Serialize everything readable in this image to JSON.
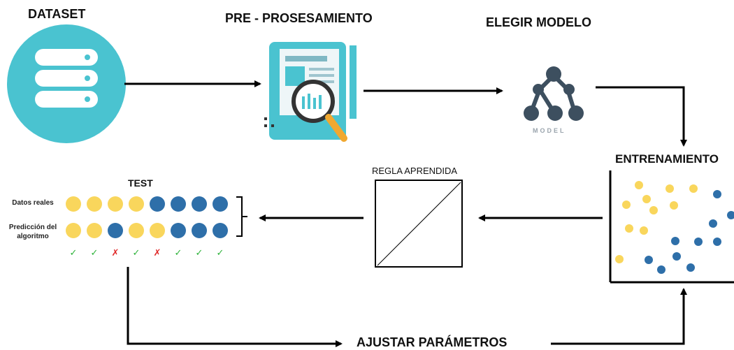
{
  "steps": {
    "dataset": "DATASET",
    "preprocessing": "PRE - PROSESAMIENTO",
    "choose_model": "ELEGIR MODELO",
    "model_icon_caption": "MODEL",
    "training": "ENTRENAMIENTO",
    "learned_rule": "REGLA APRENDIDA",
    "test": "TEST",
    "adjust_params": "AJUSTAR PARÁMETROS"
  },
  "test_panel": {
    "row_real_label": "Datos reales",
    "row_pred_label_1": "Predicción del",
    "row_pred_label_2": "algoritmo",
    "real": [
      "yellow",
      "yellow",
      "yellow",
      "yellow",
      "blue",
      "blue",
      "blue",
      "blue"
    ],
    "predicted": [
      "yellow",
      "yellow",
      "blue",
      "yellow",
      "yellow",
      "blue",
      "blue",
      "blue"
    ],
    "marks": [
      "✓",
      "✓",
      "✗",
      "✓",
      "✗",
      "✓",
      "✓",
      "✓"
    ]
  },
  "colors": {
    "yellow": "#f9d65c",
    "blue": "#2e6fa9",
    "teal": "#4ac3d0",
    "check": "#2eb33a",
    "cross": "#e02b2b",
    "model_icon": "#3d4f5f"
  }
}
